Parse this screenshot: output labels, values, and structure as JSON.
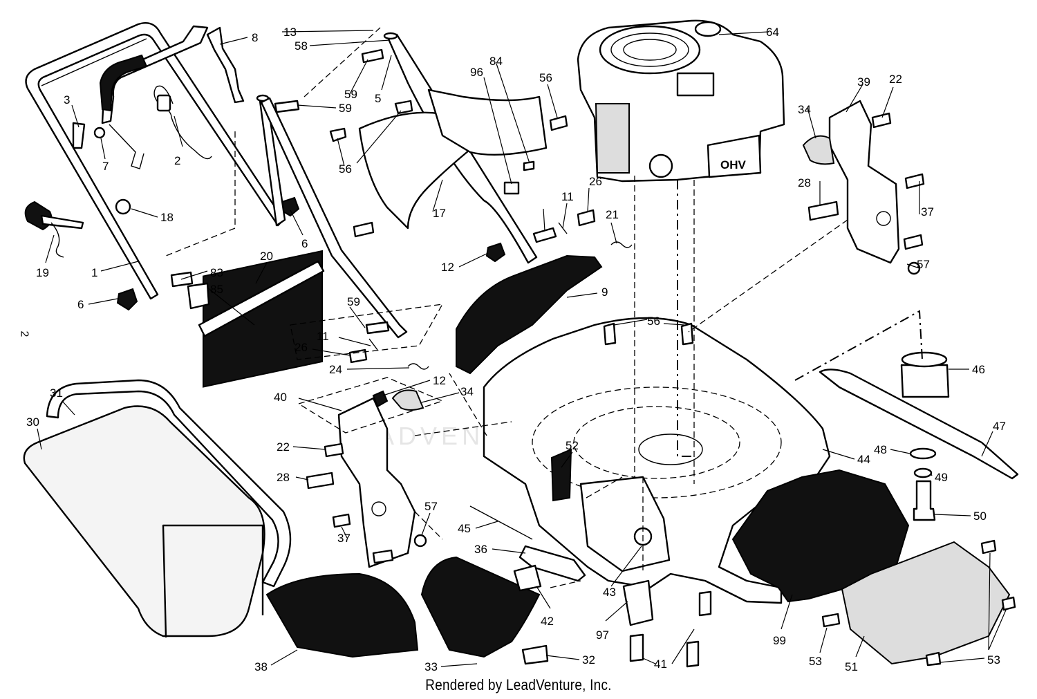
{
  "diagram": {
    "credit": "Rendered by LeadVenture, Inc.",
    "side_mark": "2",
    "watermark": "LEADVENTURE",
    "engine_badge": "OHV",
    "callouts": [
      {
        "id": "c1",
        "text": "1"
      },
      {
        "id": "c2",
        "text": "2"
      },
      {
        "id": "c3",
        "text": "3"
      },
      {
        "id": "c5",
        "text": "5"
      },
      {
        "id": "c6a",
        "text": "6"
      },
      {
        "id": "c6b",
        "text": "6"
      },
      {
        "id": "c7",
        "text": "7"
      },
      {
        "id": "c8",
        "text": "8"
      },
      {
        "id": "c9",
        "text": "9"
      },
      {
        "id": "c11a",
        "text": "11"
      },
      {
        "id": "c11b",
        "text": "11"
      },
      {
        "id": "c12a",
        "text": "12"
      },
      {
        "id": "c12b",
        "text": "12"
      },
      {
        "id": "c13",
        "text": "13"
      },
      {
        "id": "c17",
        "text": "17"
      },
      {
        "id": "c18",
        "text": "18"
      },
      {
        "id": "c19",
        "text": "19"
      },
      {
        "id": "c20",
        "text": "20"
      },
      {
        "id": "c21",
        "text": "21"
      },
      {
        "id": "c22a",
        "text": "22"
      },
      {
        "id": "c22b",
        "text": "22"
      },
      {
        "id": "c24",
        "text": "24"
      },
      {
        "id": "c26a",
        "text": "26"
      },
      {
        "id": "c26b",
        "text": "26"
      },
      {
        "id": "c28a",
        "text": "28"
      },
      {
        "id": "c28b",
        "text": "28"
      },
      {
        "id": "c30",
        "text": "30"
      },
      {
        "id": "c31",
        "text": "31"
      },
      {
        "id": "c32",
        "text": "32"
      },
      {
        "id": "c33",
        "text": "33"
      },
      {
        "id": "c34a",
        "text": "34"
      },
      {
        "id": "c34b",
        "text": "34"
      },
      {
        "id": "c36",
        "text": "36"
      },
      {
        "id": "c37a",
        "text": "37"
      },
      {
        "id": "c37b",
        "text": "37"
      },
      {
        "id": "c38",
        "text": "38"
      },
      {
        "id": "c39",
        "text": "39"
      },
      {
        "id": "c40",
        "text": "40"
      },
      {
        "id": "c41",
        "text": "41"
      },
      {
        "id": "c42",
        "text": "42"
      },
      {
        "id": "c43",
        "text": "43"
      },
      {
        "id": "c44",
        "text": "44"
      },
      {
        "id": "c45",
        "text": "45"
      },
      {
        "id": "c46",
        "text": "46"
      },
      {
        "id": "c47",
        "text": "47"
      },
      {
        "id": "c48",
        "text": "48"
      },
      {
        "id": "c49",
        "text": "49"
      },
      {
        "id": "c50",
        "text": "50"
      },
      {
        "id": "c51",
        "text": "51"
      },
      {
        "id": "c52",
        "text": "52"
      },
      {
        "id": "c53a",
        "text": "53"
      },
      {
        "id": "c53b",
        "text": "53"
      },
      {
        "id": "c56a",
        "text": "56"
      },
      {
        "id": "c56b",
        "text": "56"
      },
      {
        "id": "c56c",
        "text": "56"
      },
      {
        "id": "c57a",
        "text": "57"
      },
      {
        "id": "c57b",
        "text": "57"
      },
      {
        "id": "c58",
        "text": "58"
      },
      {
        "id": "c59a",
        "text": "59"
      },
      {
        "id": "c59b",
        "text": "59"
      },
      {
        "id": "c59c",
        "text": "59"
      },
      {
        "id": "c64",
        "text": "64"
      },
      {
        "id": "c83",
        "text": "83"
      },
      {
        "id": "c84",
        "text": "84"
      },
      {
        "id": "c85",
        "text": "85"
      },
      {
        "id": "c96",
        "text": "96"
      },
      {
        "id": "c97",
        "text": "97"
      },
      {
        "id": "c99",
        "text": "99"
      }
    ]
  }
}
